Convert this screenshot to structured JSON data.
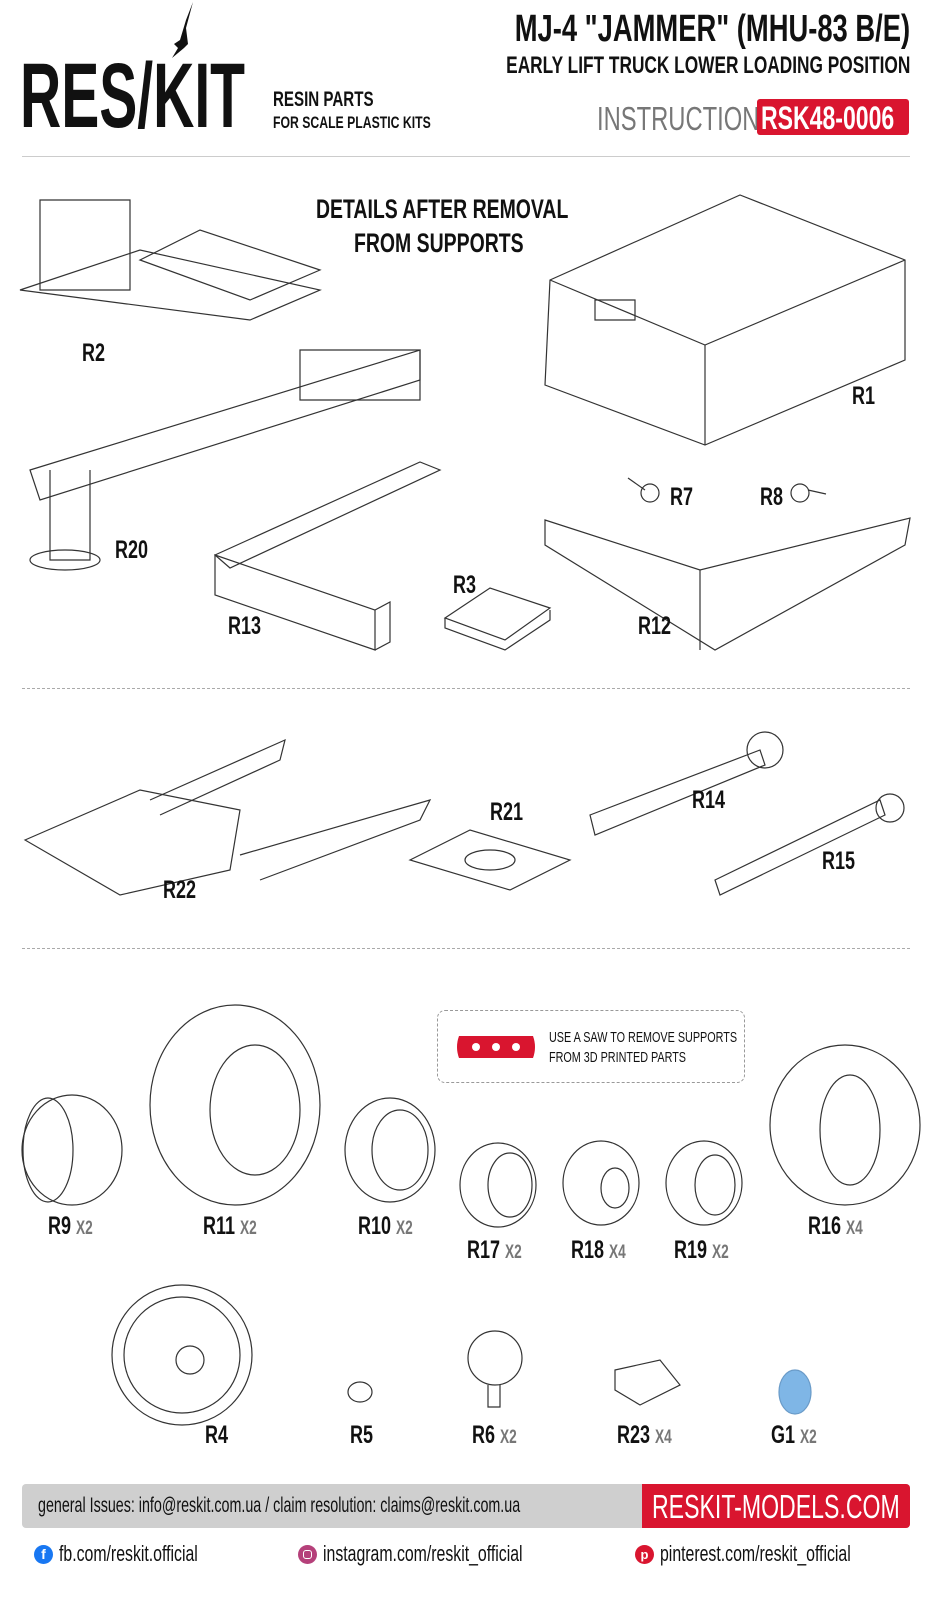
{
  "header": {
    "logo": "RES/KIT",
    "tagline1": "RESIN PARTS",
    "tagline2": "FOR SCALE PLASTIC KITS",
    "title": "MJ-4 \"JAMMER\" (MHU-83 B/E)",
    "subtitle": "EARLY LIFT TRUCK LOWER LOADING POSITION",
    "instruction_label": "INSTRUCTION",
    "code": "RSK48-0006"
  },
  "section_title": [
    "DETAILS AFTER REMOVAL",
    "FROM SUPPORTS"
  ],
  "parts": [
    {
      "id": "R2",
      "qty": ""
    },
    {
      "id": "R20",
      "qty": ""
    },
    {
      "id": "R1",
      "qty": ""
    },
    {
      "id": "R7",
      "qty": ""
    },
    {
      "id": "R8",
      "qty": ""
    },
    {
      "id": "R13",
      "qty": ""
    },
    {
      "id": "R3",
      "qty": ""
    },
    {
      "id": "R12",
      "qty": ""
    },
    {
      "id": "R14",
      "qty": ""
    },
    {
      "id": "R15",
      "qty": ""
    },
    {
      "id": "R21",
      "qty": ""
    },
    {
      "id": "R22",
      "qty": ""
    },
    {
      "id": "R9",
      "qty": "X2"
    },
    {
      "id": "R11",
      "qty": "X2"
    },
    {
      "id": "R10",
      "qty": "X2"
    },
    {
      "id": "R17",
      "qty": "X2"
    },
    {
      "id": "R18",
      "qty": "X4"
    },
    {
      "id": "R19",
      "qty": "X2"
    },
    {
      "id": "R16",
      "qty": "X4"
    },
    {
      "id": "R4",
      "qty": ""
    },
    {
      "id": "R5",
      "qty": ""
    },
    {
      "id": "R6",
      "qty": "X2"
    },
    {
      "id": "R23",
      "qty": "X4"
    },
    {
      "id": "G1",
      "qty": "X2"
    }
  ],
  "note": {
    "line1": "USE A SAW TO REMOVE SUPPORTS",
    "line2": "FROM 3D PRINTED PARTS",
    "icon": "saw-blade-icon"
  },
  "footer": {
    "contacts": "general Issues: info@reskit.com.ua / claim resolution: claims@reskit.com.ua",
    "website": "RESKIT-MODELS.COM",
    "facebook": "fb.com/reskit.official",
    "instagram": "instagram.com/reskit_official",
    "pinterest": "pinterest.com/reskit_official"
  },
  "colors": {
    "brand_red": "#d9152f",
    "footer_gray": "#cfcfcf",
    "g1_blue": "#7fb6e6"
  }
}
